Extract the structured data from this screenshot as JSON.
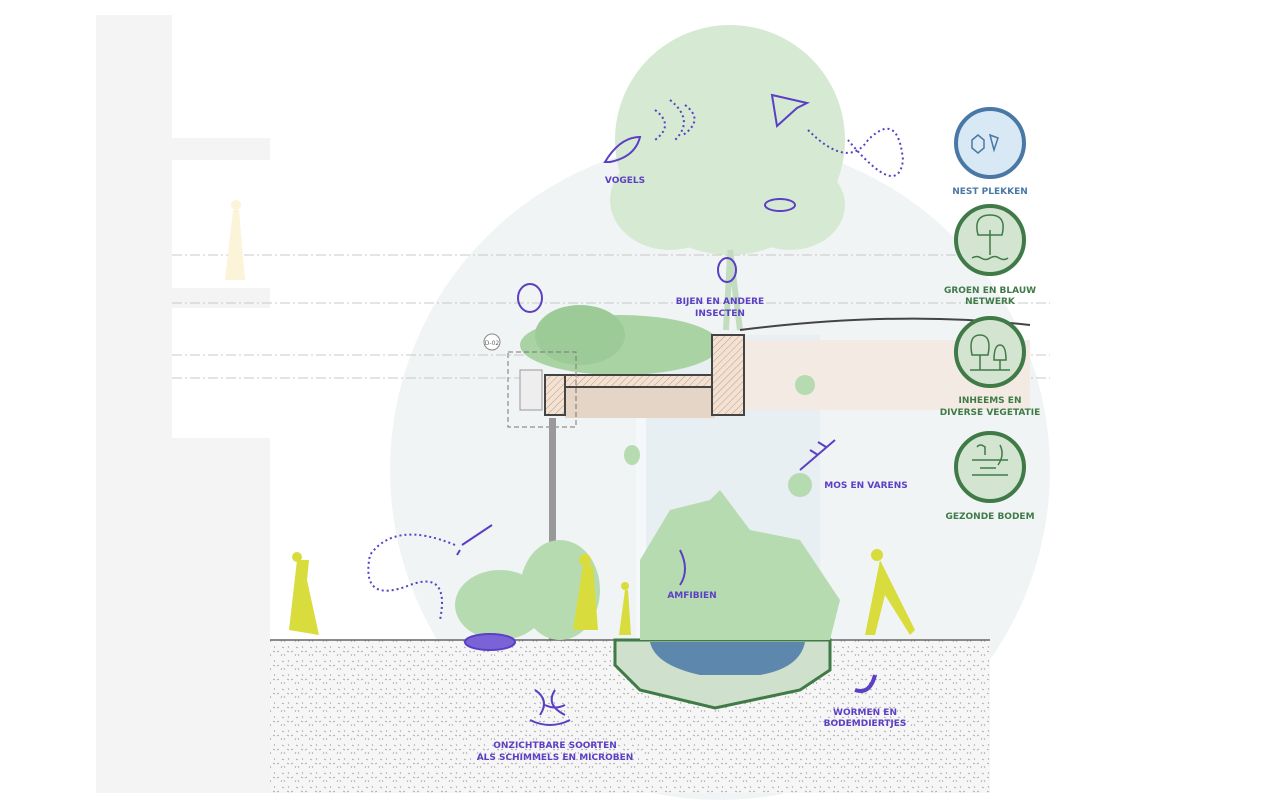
{
  "colors": {
    "species": "#5b3fc4",
    "green": "#3f7a47",
    "blue": "#4a78a6",
    "people": "#d8dc3c",
    "water": "#5e87ae"
  },
  "tag": "D-02",
  "species_labels": {
    "birds": "VOGELS",
    "insects": [
      "BIJEN EN ANDERE",
      "INSECTEN"
    ],
    "moss": "MOS EN VARENS",
    "amphibians": "AMFIBIEN",
    "microbes": [
      "ONZICHTBARE SOORTEN",
      "ALS SCHIMMELS EN MICROBEN"
    ],
    "worms": [
      "WORMEN EN",
      "BODEMDIERTJES"
    ]
  },
  "legend": [
    {
      "icon": "nest-icon",
      "lines": [
        "NEST PLEKKEN"
      ]
    },
    {
      "icon": "tree-water-icon",
      "lines": [
        "GROEN EN BLAUW",
        "NETWERK"
      ]
    },
    {
      "icon": "native-trees-icon",
      "lines": [
        "INHEEMS EN",
        "DIVERSE VEGETATIE"
      ]
    },
    {
      "icon": "soil-icon",
      "lines": [
        "GEZONDE BODEM"
      ]
    }
  ]
}
